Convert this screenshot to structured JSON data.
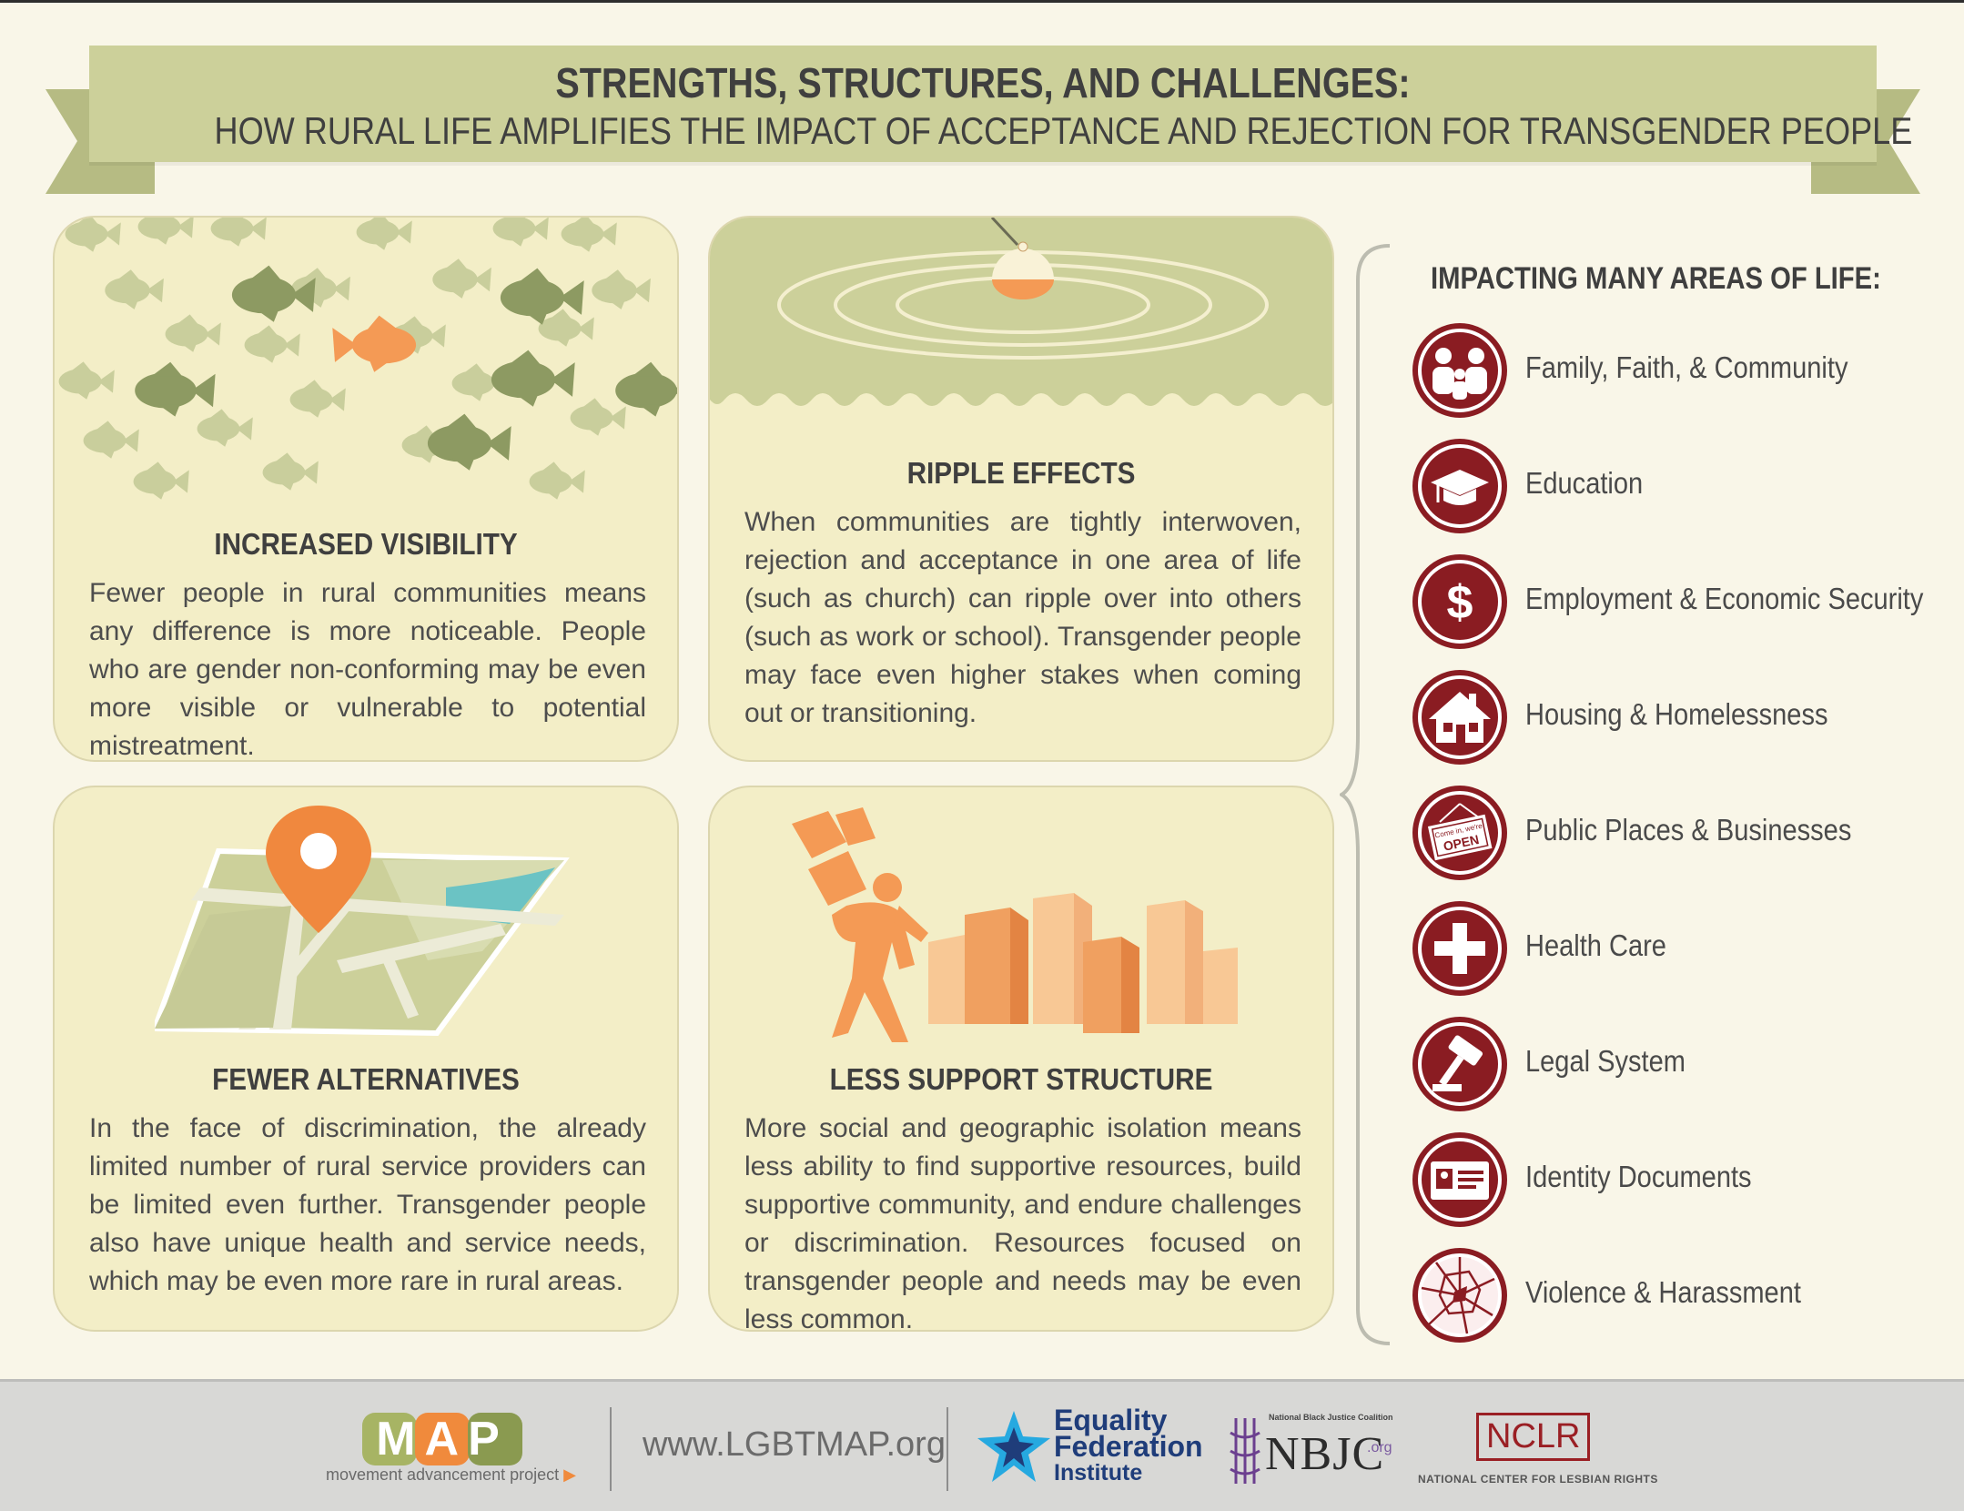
{
  "banner": {
    "title": "STRENGTHS, STRUCTURES, AND CHALLENGES:",
    "subtitle": "HOW RURAL LIFE AMPLIFIES THE IMPACT OF ACCEPTANCE AND REJECTION FOR TRANSGENDER PEOPLE"
  },
  "panels": [
    {
      "title": "INCREASED VISIBILITY",
      "body": "Fewer people in rural communities means any difference is more noticeable. People who are gender non-conforming may be even more visible or vulnerable to potential mistreatment."
    },
    {
      "title": "RIPPLE EFFECTS",
      "body": "When communities are tightly interwoven, rejection and acceptance in one area of life (such as church) can ripple over into others (such as work or school). Transgender people may face even higher stakes when coming out or transitioning."
    },
    {
      "title": "FEWER ALTERNATIVES",
      "body": "In the face of discrimination, the already limited number of rural service providers can be limited even further. Transgender people also have unique health and service needs, which may be even more rare in rural areas."
    },
    {
      "title": "LESS SUPPORT STRUCTURE",
      "body": "More social and geographic isolation means less ability to find supportive resources, build supportive community, and endure challenges or discrimination. Resources focused on transgender people and needs may be even less common."
    }
  ],
  "areas": {
    "title": "IMPACTING MANY AREAS OF LIFE:",
    "items": [
      {
        "label": "Family, Faith, & Community",
        "icon": "family-icon"
      },
      {
        "label": "Education",
        "icon": "graduation-cap-icon"
      },
      {
        "label": "Employment & Economic Security",
        "icon": "dollar-icon"
      },
      {
        "label": "Housing & Homelessness",
        "icon": "house-icon"
      },
      {
        "label": "Public Places & Businesses",
        "icon": "open-sign-icon"
      },
      {
        "label": "Health Care",
        "icon": "medical-cross-icon"
      },
      {
        "label": "Legal System",
        "icon": "gavel-icon"
      },
      {
        "label": "Identity Documents",
        "icon": "id-card-icon"
      },
      {
        "label": "Violence & Harassment",
        "icon": "shattered-glass-icon"
      }
    ]
  },
  "sign_text": {
    "line1": "Come in, we're",
    "line2": "OPEN"
  },
  "footer": {
    "map_logo": "MAP",
    "map_tagline": "movement advancement project",
    "url": "www.LGBTMAP.org",
    "efi_line1": "Equality",
    "efi_line2": "Federation",
    "efi_line3": "Institute",
    "nbjc_small": "National Black Justice Coalition",
    "nbjc": "NBJC",
    "nbjc_org": ".org",
    "nclr": "NCLR",
    "nclr_full": "NATIONAL CENTER FOR LESBIAN RIGHTS"
  },
  "colors": {
    "background": "#f9f6e8",
    "banner": "#ccd09a",
    "panel": "#f3eec7",
    "accent_red": "#8a1c22",
    "accent_orange": "#f49a55",
    "olive": "#8f9a62"
  }
}
